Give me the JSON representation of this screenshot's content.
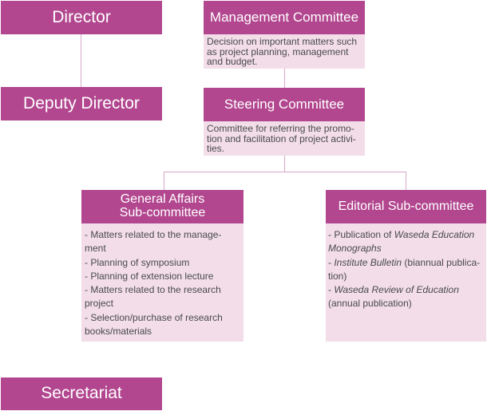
{
  "director": {
    "label": "Director"
  },
  "deputy_director": {
    "label": "Deputy Director"
  },
  "secretariat": {
    "label": "Secretariat"
  },
  "management_committee": {
    "label": "Management Committee",
    "description_lines": [
      "Decision on important matters such",
      "as project planning, management",
      "and budget."
    ]
  },
  "steering_committee": {
    "label": "Steering Committee",
    "description_lines": [
      "Committee for referring the promo-",
      "tion and facilitation of project activi-",
      "ties."
    ]
  },
  "general_affairs": {
    "label_lines": [
      "General Affairs",
      "Sub-committee"
    ],
    "items": [
      "- Matters related to the manage-",
      "ment",
      "- Planning of symposium",
      "- Planning of extension lecture",
      "- Matters related to the research",
      "project",
      "- Selection/purchase of research",
      "books/materials"
    ]
  },
  "editorial": {
    "label": "Editorial Sub-committee",
    "items": [
      {
        "pre": "- Publication of ",
        "em": "Waseda Education",
        "post": ""
      },
      {
        "pre": "",
        "em": "Monographs",
        "post": ""
      },
      {
        "pre": "- ",
        "em": "Institute Bulletin",
        "post": " (biannual publica-"
      },
      {
        "pre": "tion)",
        "em": "",
        "post": ""
      },
      {
        "pre": "- ",
        "em": "Waseda Review of Education",
        "post": ""
      },
      {
        "pre": "(annual publication)",
        "em": "",
        "post": ""
      }
    ]
  },
  "colors": {
    "header": "#b2478f",
    "description_bg": "#f2dde9",
    "connector": "#d6a8c6",
    "text": "#4a4a4a"
  }
}
